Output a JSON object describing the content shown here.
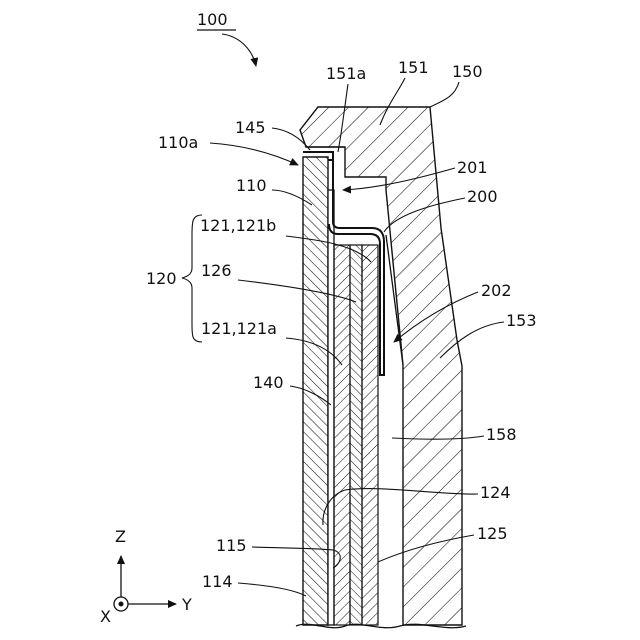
{
  "figure": {
    "title": "100",
    "labels": {
      "l151a": "151a",
      "l151": "151",
      "l150": "150",
      "l145": "145",
      "l110a": "110a",
      "l201": "201",
      "l110": "110",
      "l200": "200",
      "l121b": "121,121b",
      "l120": "120",
      "l126": "126",
      "l202": "202",
      "l153": "153",
      "l121a": "121,121a",
      "l140": "140",
      "l158": "158",
      "l124": "124",
      "l125": "125",
      "l115": "115",
      "l114": "114"
    },
    "axes": {
      "z": "Z",
      "y": "Y",
      "x": "X"
    }
  }
}
